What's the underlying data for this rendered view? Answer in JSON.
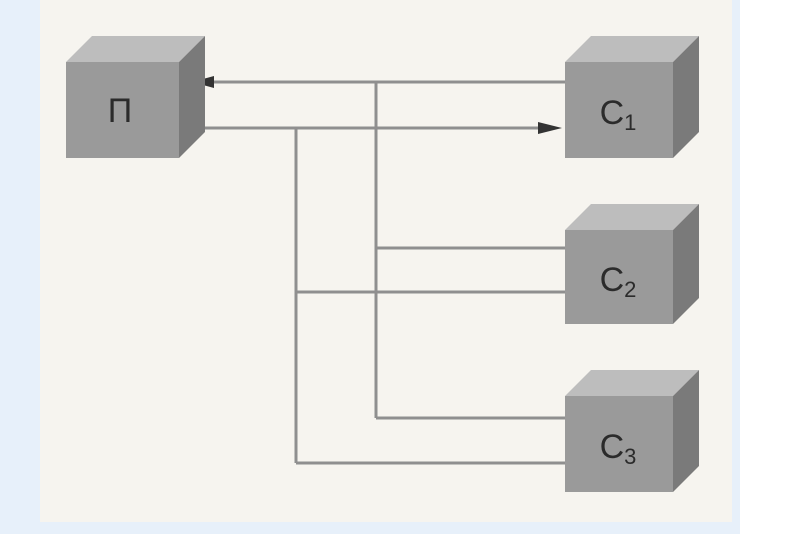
{
  "diagram": {
    "colors": {
      "outer_background": "#e7f0fa",
      "panel_background": "#f6f4ef",
      "line": "#8f8f8f",
      "arrow": "#333333",
      "cube_front": "#9a9a9a",
      "cube_top": "#bdbdbd",
      "cube_side": "#7a7a7a",
      "label": "#2b2b2b"
    },
    "master": {
      "label": "П"
    },
    "slaves": [
      {
        "label_main": "C",
        "label_sub": "1"
      },
      {
        "label_main": "C",
        "label_sub": "2"
      },
      {
        "label_main": "C",
        "label_sub": "3"
      }
    ]
  }
}
